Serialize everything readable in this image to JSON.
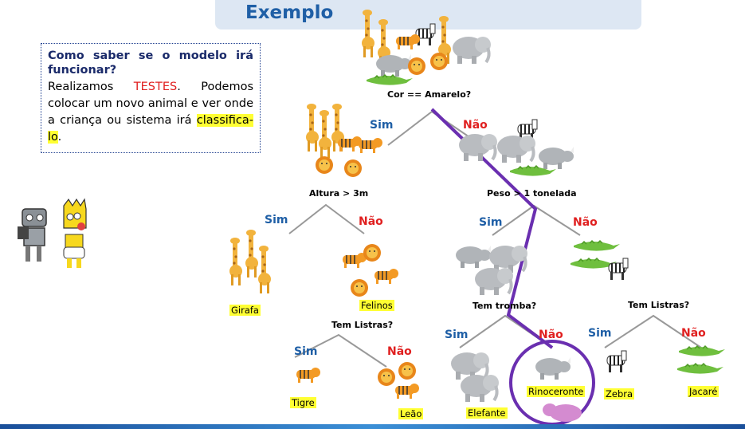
{
  "title": "Exemplo",
  "info": {
    "question": "Como saber se o modelo irá funcionar?",
    "text_before": "Realizamos ",
    "highlight_red": "TESTES",
    "text_middle": ". Podemos colocar um novo animal e ver onde a criança ou sistema irá ",
    "highlight_yellow": "classifica-lo",
    "text_after": "."
  },
  "tree": {
    "root_question": "Cor == Amarelo?",
    "left_question": "Altura > 3m",
    "right_question": "Peso > 1 tonelada",
    "trunk_question": "Tem tromba?",
    "stripes_left_question": "Tem Listras?",
    "stripes_right_question": "Tem Listras?",
    "yes": "Sim",
    "no": "Não"
  },
  "leaves": {
    "girafa": "Girafa",
    "felinos": "Felinos",
    "tigre": "Tigre",
    "leao": "Leão",
    "elefante": "Elefante",
    "rinoceronte": "Rinoceronte",
    "zebra": "Zebra",
    "jacare": "Jacaré"
  },
  "colors": {
    "accent": "#1f5fa6",
    "yes": "#1f5fa6",
    "no": "#e02020",
    "highlight": "#ffff33",
    "path": "#6a2fb0"
  }
}
